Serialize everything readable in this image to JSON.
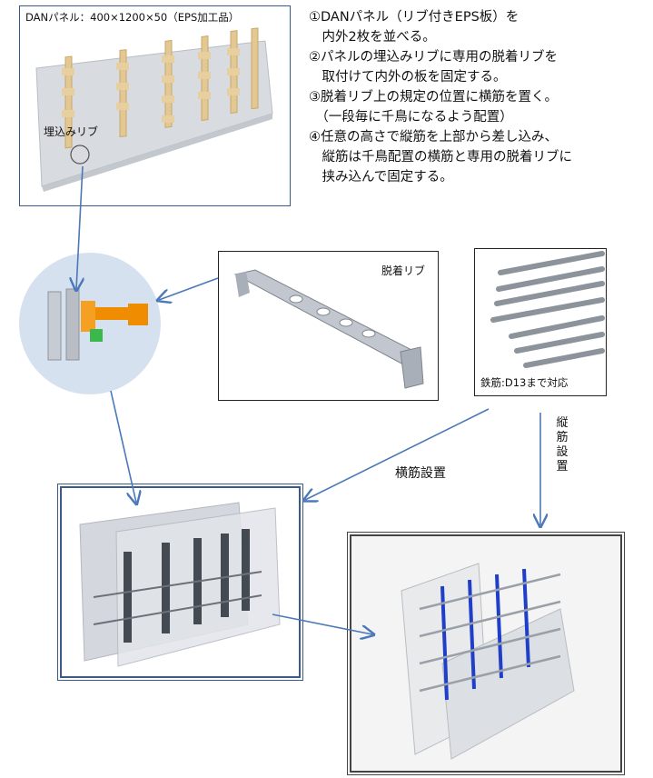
{
  "panel_box": {
    "caption": "DANパネル：400×1200×50（EPS加工品）",
    "embedded_rib_label": "埋込みリブ"
  },
  "steps": [
    "①DANパネル（リブ付きEPS板）を",
    "　内外2枚を並べる。",
    "②パネルの埋込みリブに専用の脱着リブを",
    "　取付けて内外の板を固定する。",
    "③脱着リブ上の規定の位置に横筋を置く。",
    "　（一段毎に千鳥になるよう配置）",
    "④任意の高さで縦筋を上部から差し込み、",
    "　縦筋は千鳥配置の横筋と専用の脱着リブに",
    "　挟み込んで固定する。"
  ],
  "rib_box": {
    "label": "脱着リブ"
  },
  "rebar_box": {
    "label": "鉄筋:D13まで対応"
  },
  "flow": {
    "horizontal_label": "横筋設置",
    "vertical_label": [
      "縦",
      "筋",
      "設",
      "置"
    ]
  },
  "colors": {
    "frame": "#3a5a8c",
    "arrow": "#4a78b8",
    "panel": "#d8dbe0",
    "rib_wood": "#e4c894",
    "clip_orange": "#f08c00",
    "rebar_blue": "#1f3fc8",
    "circle_bg": "#d6e1f0"
  }
}
